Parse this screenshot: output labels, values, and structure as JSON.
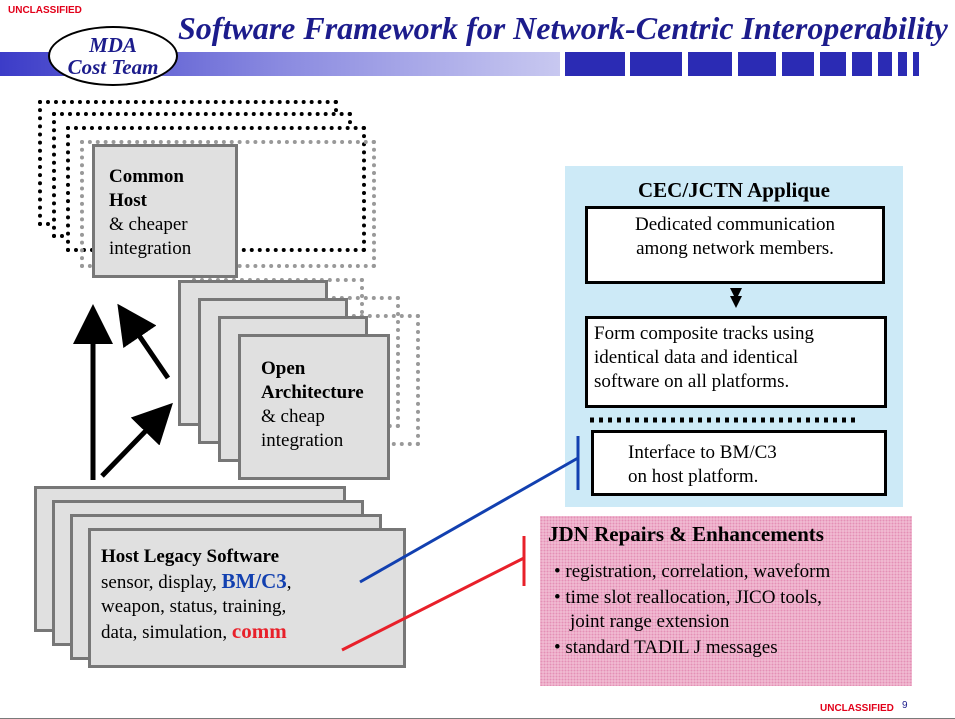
{
  "header": {
    "classification_top": "UNCLASSIFIED",
    "title": "Software Framework for Network-Centric Interoperability",
    "logo_line1": "MDA",
    "logo_line2": "Cost Team"
  },
  "footer": {
    "classification": "UNCLASSIFIED",
    "page_number": "9"
  },
  "common_host": {
    "line1": "Common",
    "line2": "Host",
    "line3": "& cheaper",
    "line4": "integration"
  },
  "open_arch": {
    "line1": "Open",
    "line2": "Architecture",
    "line3": "& cheap",
    "line4": "integration"
  },
  "legacy": {
    "heading": "Host Legacy Software",
    "line2": "sensor, display,",
    "bmc3": "BM/C3",
    "comma": ",",
    "line3": "weapon, status, training,",
    "line4": "data, simulation,",
    "comm": "comm"
  },
  "cec": {
    "heading": "CEC/JCTN Applique",
    "box1": [
      "Dedicated communication",
      "among network members."
    ],
    "box2": [
      "Form composite tracks using",
      "identical data and identical",
      "software on all platforms."
    ],
    "box3": [
      "Interface to BM/C3",
      "on host platform."
    ]
  },
  "jdn": {
    "heading": "JDN Repairs & Enhancements",
    "items": [
      "• registration, correlation, waveform",
      "• time slot reallocation, JICO tools,",
      "  joint range  extension",
      "• standard TADIL J messages"
    ]
  },
  "colors": {
    "title_blue": "#1c1c8c",
    "classif_red": "#e2001a",
    "bmc3_blue": "#1240b0",
    "comm_red": "#e8202a",
    "cec_bg": "#cdeaf7",
    "jdn_bg": "#f2c1d6"
  }
}
